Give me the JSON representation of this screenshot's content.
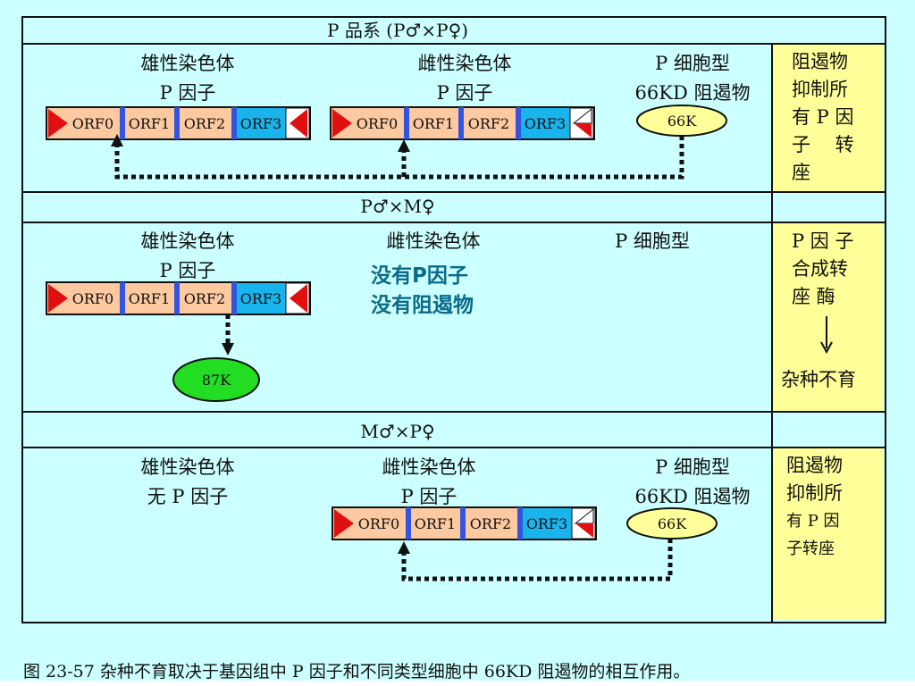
{
  "section1": {
    "title": "P 品系 (P♂×P♀)",
    "male_label": "雄性染色体",
    "male_factor": "P 因子",
    "female_label": "雌性染色体",
    "female_factor": "P 因子",
    "cell_label": "P 细胞型",
    "repressor_label": "66KD 阻遏物",
    "protein": "66K",
    "side": [
      "阻遏物",
      "抑制所",
      "有 P 因",
      "子　 转",
      "座"
    ]
  },
  "section2": {
    "title": "P♂×M♀",
    "male_label": "雄性染色体",
    "male_factor": "P 因子",
    "female_label": "雌性染色体",
    "no_p": "没有P因子",
    "no_repressor": "没有阻遏物",
    "cell_label": "P 细胞型",
    "protein": "87K",
    "side": [
      "P 因 子",
      "合成转",
      "座 酶"
    ],
    "side_result": "杂种不育"
  },
  "section3": {
    "title": "M♂×P♀",
    "male_label": "雄性染色体",
    "male_factor": "无 P 因子",
    "female_label": "雌性染色体",
    "female_factor": "P 因子",
    "cell_label": "P 细胞型",
    "repressor_label": "66KD 阻遏物",
    "protein": "66K",
    "side": [
      "阻遏物",
      "抑制所",
      "有 P 因",
      "子转座"
    ]
  },
  "orfs": [
    "ORF0",
    "ORF1",
    "ORF2",
    "ORF3"
  ],
  "colors": {
    "background": "#ccffff",
    "side_panel": "#ffff99",
    "orf_light": "#fcc9a0",
    "orf3": "#1ab4ec",
    "divider": "#3355dd",
    "terminal_red": "#e01010",
    "protein_66k": "#ffff99",
    "protein_87k": "#22dd22",
    "title_blue": "#0b6b8a"
  },
  "caption": "图 23-57  杂种不育取决于基因组中 P 因子和不同类型细胞中 66KD 阻遏物的相互作用。"
}
